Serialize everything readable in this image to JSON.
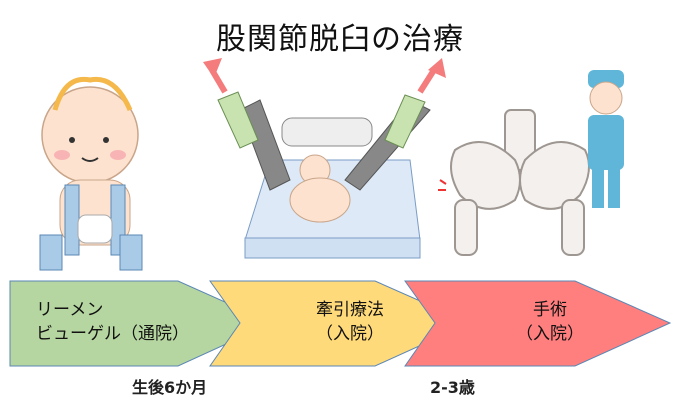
{
  "title": "股関節脱臼の治療",
  "stages": [
    {
      "line1": "リーメン",
      "line2": "ビューゲル（通院）",
      "color": "#b6d6a1"
    },
    {
      "line1": "牽引療法",
      "line2": "（入院）",
      "color": "#ffda7a"
    },
    {
      "line1": "手術",
      "line2": "（入院）",
      "color": "#ff7f7f"
    }
  ],
  "ages": [
    "生後6か月",
    "2-3歳"
  ],
  "arrow_color": "#f47c7c"
}
